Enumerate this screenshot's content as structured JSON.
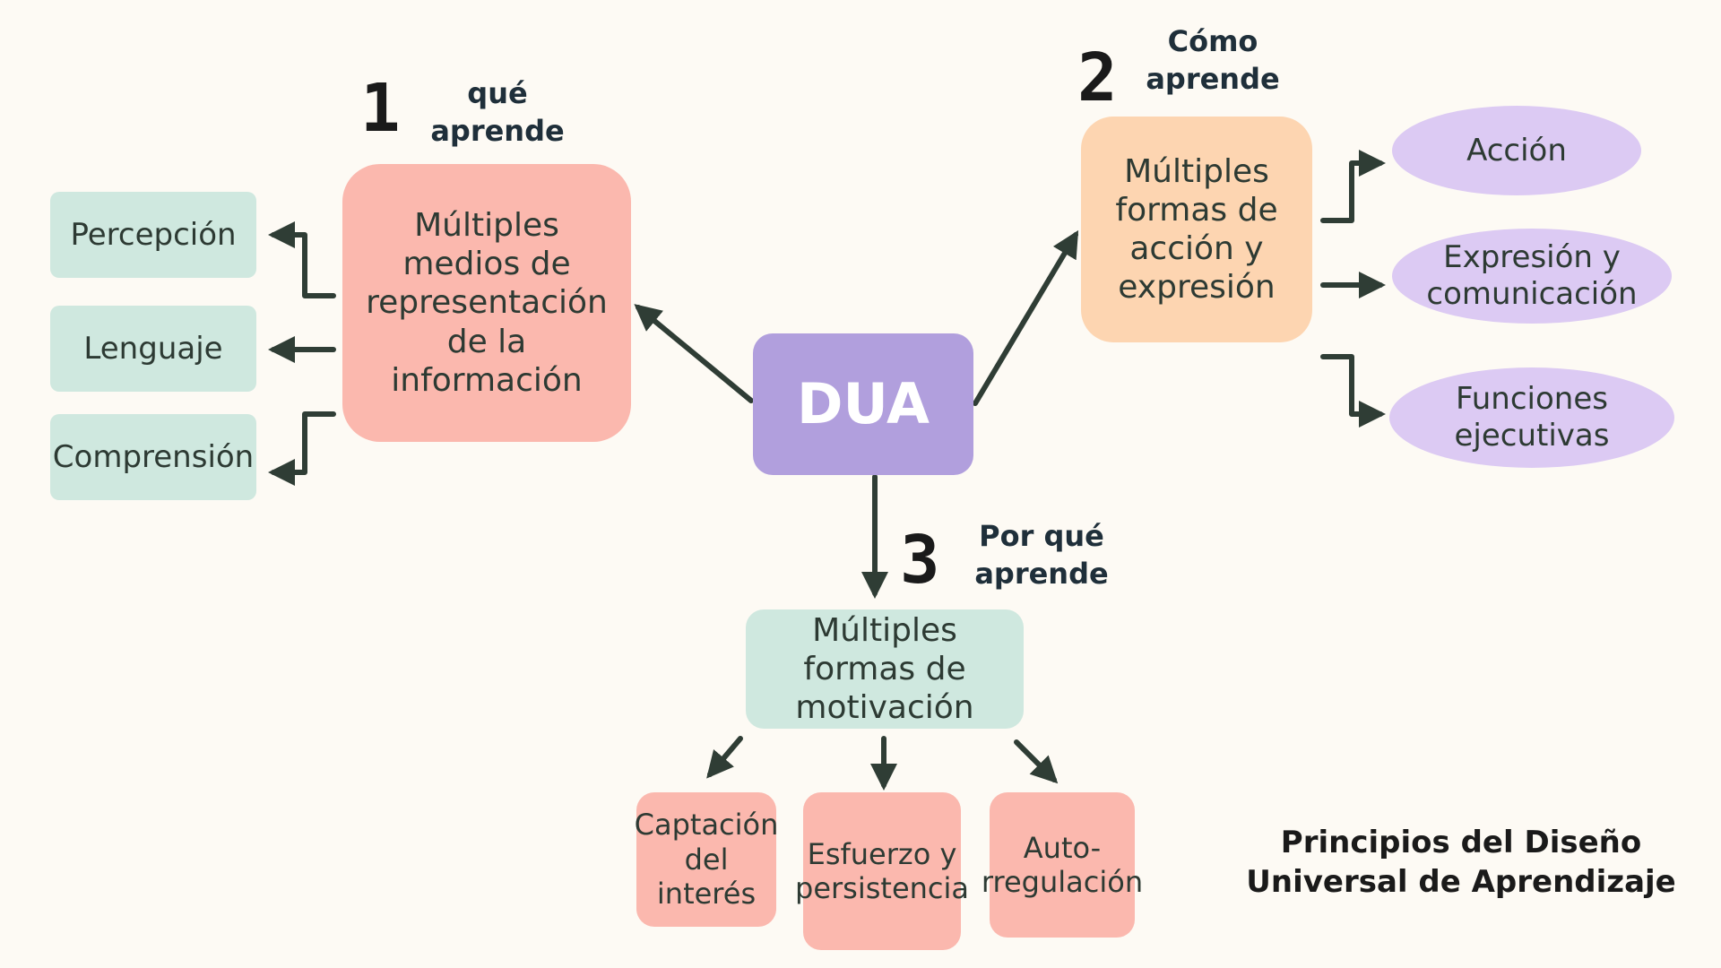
{
  "center": {
    "label": "DUA"
  },
  "principles": [
    {
      "number": "1",
      "caption": "qué\naprende",
      "title": "Múltiples medios de representación de la información",
      "items": [
        "Percepción",
        "Lenguaje",
        "Comprensión"
      ]
    },
    {
      "number": "2",
      "caption": "Cómo\naprende",
      "title": "Múltiples formas de acción y expresión",
      "items": [
        "Acción",
        "Expresión y comunicación",
        "Funciones ejecutivas"
      ]
    },
    {
      "number": "3",
      "caption": "Por qué\naprende",
      "title": "Múltiples formas de motivación",
      "items": [
        "Captación del interés",
        "Esfuerzo y persistencia",
        "Auto-rregulación"
      ]
    }
  ],
  "footer": {
    "line1": "Principios del Diseño",
    "line2": "Universal de Aprendizaje"
  },
  "colors": {
    "center": "#b19fdd",
    "salmon": "#fbb8ae",
    "peach": "#fdd5b1",
    "mint": "#cfe8df",
    "lavender": "#dccaf3",
    "arrow": "#2f3d35",
    "background": "#fdfaf4"
  }
}
